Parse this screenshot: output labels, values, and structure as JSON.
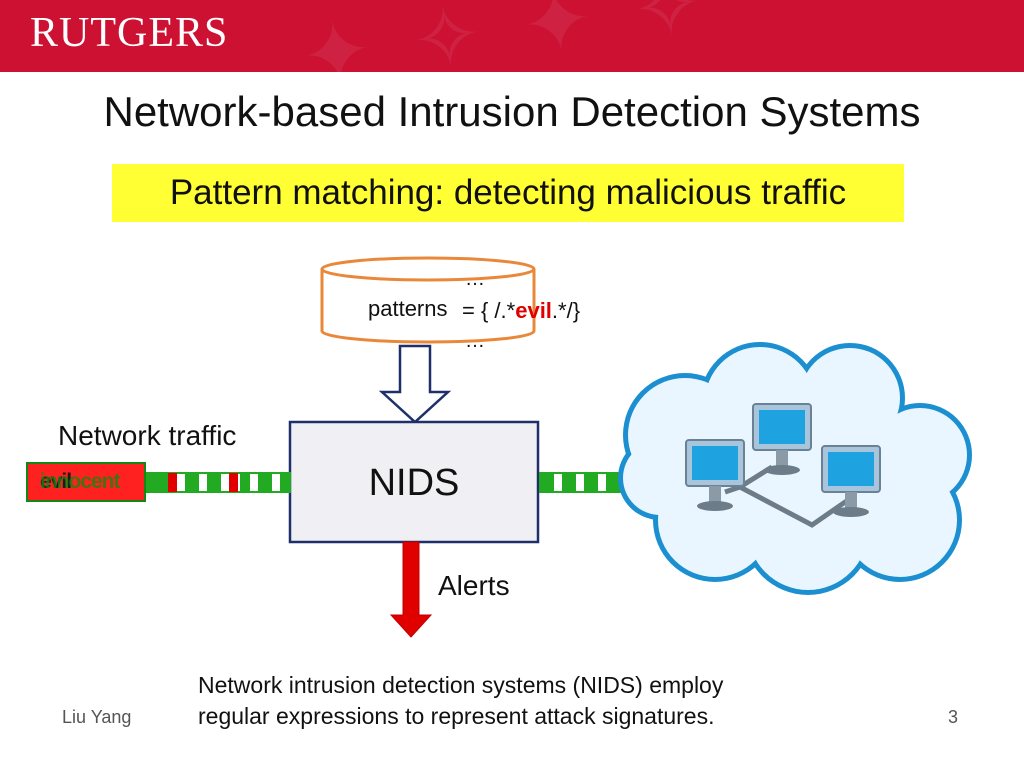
{
  "banner": {
    "logo": "RUTGERS"
  },
  "slide": {
    "title": "Network-based Intrusion Detection Systems",
    "subtitle": "Pattern matching: detecting malicious traffic",
    "database": {
      "dots": "…",
      "label": "patterns",
      "regex_prefix": "= { /.*",
      "regex_keyword": "evil",
      "regex_suffix": ".*/}"
    },
    "traffic_label": "Network traffic",
    "nids_label": "NIDS",
    "alerts_label": "Alerts",
    "packet": {
      "text_a": "innocent",
      "text_b": "evil"
    },
    "note_line1": "Network intrusion detection systems (NIDS) employ",
    "note_line2": "regular expressions to represent attack signatures."
  },
  "footer": {
    "author": "Liu Yang",
    "page": "3"
  },
  "colors": {
    "banner": "#cc1133",
    "highlight": "#ffff33",
    "green": "#22aa22",
    "red": "#e00000",
    "database_border": "#e9883a",
    "nids_box": "#f0f0f4",
    "cloud_fill": "#e9f6ff",
    "cloud_border": "#1c8fd1"
  },
  "icons": [
    "database-cylinder",
    "down-arrow",
    "red-alert-arrow",
    "network-cloud",
    "computer-monitor"
  ]
}
